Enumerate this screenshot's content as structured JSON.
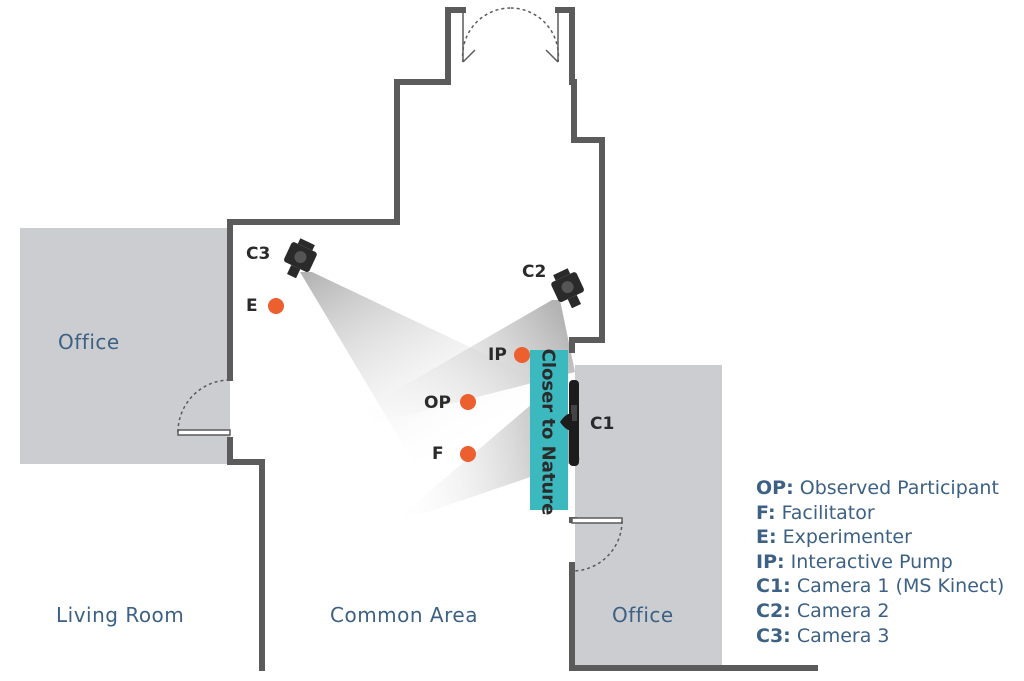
{
  "rooms": {
    "office_left": "Office",
    "office_right": "Office",
    "living_room": "Living Room",
    "common_area": "Common Area"
  },
  "installation_label": "Closer to Nature",
  "markers": {
    "c1": "C1",
    "c2": "C2",
    "c3": "C3",
    "e": "E",
    "ip": "IP",
    "op": "OP",
    "f": "F"
  },
  "legend": [
    {
      "key": "OP:",
      "text": "Observed Participant"
    },
    {
      "key": "F:",
      "text": "Facilitator"
    },
    {
      "key": "E:",
      "text": "Experimenter"
    },
    {
      "key": "IP:",
      "text": "Interactive Pump"
    },
    {
      "key": "C1:",
      "text": "Camera 1 (MS Kinect)"
    },
    {
      "key": "C2:",
      "text": "Camera 2"
    },
    {
      "key": "C3:",
      "text": "Camera 3"
    }
  ],
  "colors": {
    "wall": "#5b5b5b",
    "room_fill": "#cbcdd0",
    "dot": "#ec5f2e",
    "installation": "#3cb8bf",
    "label": "#3d6184"
  },
  "icons": [
    "video-camera-icon",
    "kinect-camera-icon",
    "door-icon"
  ]
}
